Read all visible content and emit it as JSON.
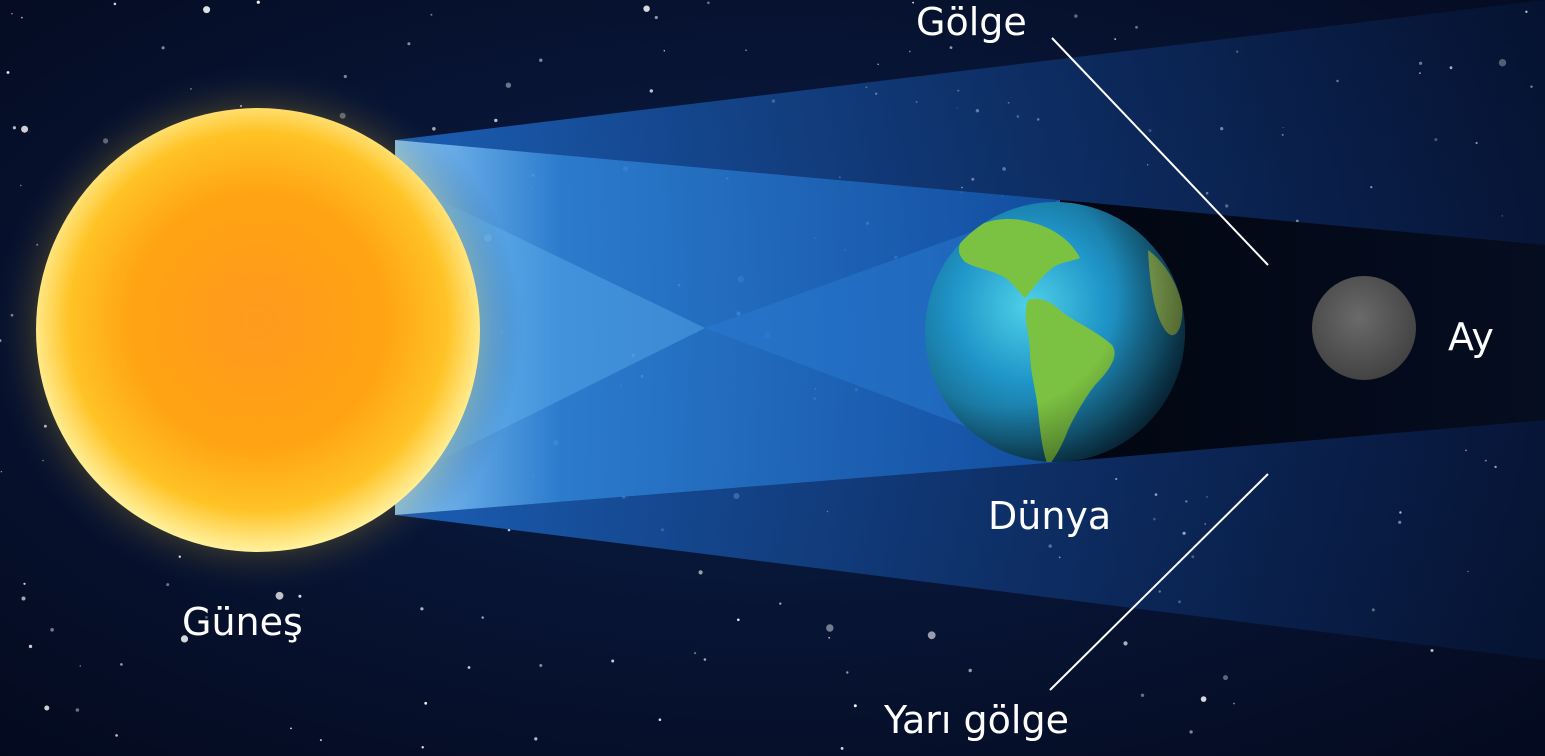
{
  "labels": {
    "sun": "Güneş",
    "umbra": "Gölge",
    "earth": "Dünya",
    "moon": "Ay",
    "penumbra": "Yarı gölge"
  },
  "colors": {
    "space": "#06102a",
    "cone_light": "#2f7fd4",
    "cone_dark": "#0d3e86",
    "umbra": "#030916",
    "sun_core": "#ffa417",
    "sun_glow": "#fff6a8",
    "moon": "#5b5b5b",
    "label": "#ffffff"
  }
}
